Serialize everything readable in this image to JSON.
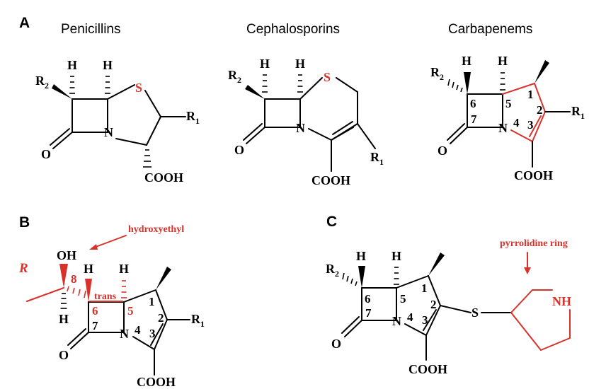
{
  "panels": {
    "a": {
      "letter": "A",
      "penicillins": {
        "title": "Penicillins",
        "labels": {
          "h1": "H",
          "h2": "H",
          "s": "S",
          "r2": "R",
          "r2_sub": "2",
          "r1": "R",
          "r1_sub": "1",
          "n": "N",
          "o": "O",
          "cooh": "COOH"
        }
      },
      "cephalosporins": {
        "title": "Cephalosporins",
        "labels": {
          "h1": "H",
          "h2": "H",
          "s": "S",
          "r2": "R",
          "r2_sub": "2",
          "r1": "R",
          "r1_sub": "1",
          "n": "N",
          "o": "O",
          "cooh": "COOH"
        }
      },
      "carbapenems": {
        "title": "Carbapenems",
        "labels": {
          "h1": "H",
          "h2": "H",
          "r2": "R",
          "r2_sub": "2",
          "r1": "R",
          "r1_sub": "1",
          "n": "N",
          "o": "O",
          "cooh": "COOH",
          "n1": "1",
          "n2": "2",
          "n3": "3",
          "n4": "4",
          "n5": "5",
          "n6": "6",
          "n7": "7"
        }
      }
    },
    "b": {
      "letter": "B",
      "hydroxyethyl": "hydroxyethyl",
      "r_config": "R",
      "trans": "trans",
      "labels": {
        "oh": "OH",
        "h1": "H",
        "h2": "H",
        "h3": "H",
        "r1": "R",
        "r1_sub": "1",
        "n": "N",
        "o": "O",
        "cooh": "COOH",
        "n1": "1",
        "n2": "2",
        "n3": "3",
        "n4": "4",
        "n5": "5",
        "n6": "6",
        "n7": "7",
        "n8": "8"
      }
    },
    "c": {
      "letter": "C",
      "pyrrolidine": "pyrrolidine ring",
      "labels": {
        "h1": "H",
        "h2": "H",
        "r2": "R",
        "r2_sub": "2",
        "s": "S",
        "nh": "NH",
        "n": "N",
        "o": "O",
        "cooh": "COOH",
        "n1": "1",
        "n2": "2",
        "n3": "3",
        "n4": "4",
        "n5": "5",
        "n6": "6",
        "n7": "7"
      }
    }
  },
  "colors": {
    "highlight": "#d8322b",
    "ink": "#000000"
  }
}
